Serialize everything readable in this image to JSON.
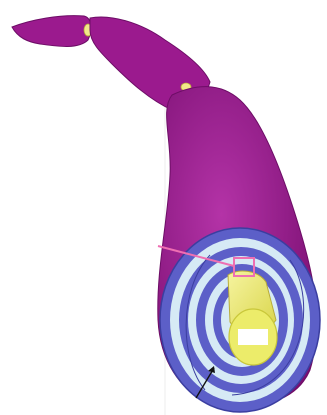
{
  "figure": {
    "subject": "myelinated axon",
    "parts": [
      "axon-segment",
      "node-of-ranvier",
      "myelin-sheath",
      "axon-core",
      "highlight-box",
      "pointer-arrow"
    ]
  },
  "colors": {
    "background": "#ffffff",
    "axon_body": "#9b1a8e",
    "axon_body_dark": "#7a0f72",
    "axon_body_light": "#b433a7",
    "node_yellow": "#f2e98a",
    "myelin_blue": "#5c5fc8",
    "myelin_dark": "#3b3ea0",
    "myelin_light": "#d6eaf5",
    "core_yellow": "#ecec6a",
    "core_yellow_edge": "#c9c73a",
    "core_white": "#ffffff",
    "highlight_pink": "#ee6fb2",
    "arrow_black": "#111111",
    "guide_line": "#e8e8e8"
  }
}
